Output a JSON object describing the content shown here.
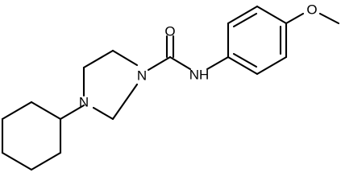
{
  "molecule": {
    "atoms": {
      "carbonyl_oxygen": "O",
      "amide_nitrogen": "NH",
      "piperazine_n1": "N",
      "piperazine_n4": "N",
      "methoxy_oxygen": "O"
    }
  },
  "colors": {
    "bond": "#000000",
    "label": "#000000",
    "background": "#ffffff"
  }
}
